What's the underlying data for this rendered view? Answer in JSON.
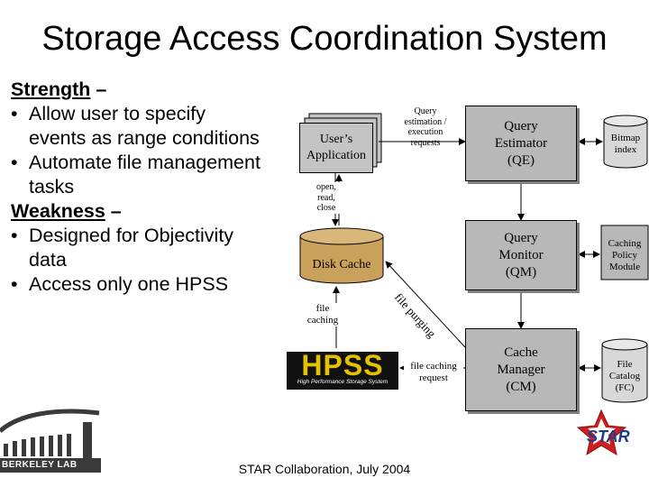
{
  "title": "Storage Access Coordination System",
  "left": {
    "strength_head": "Strength",
    "strength_dash": " –",
    "strength_items": [
      "Allow user to specify",
      "events as range conditions",
      "Automate file management",
      "tasks"
    ],
    "weakness_head": "Weakness",
    "weakness_dash": " –",
    "weakness_items": [
      "Designed for Objectivity",
      "data",
      "Access only one HPSS"
    ]
  },
  "diagram": {
    "users_app": [
      "User’s",
      "Application"
    ],
    "query_requests": [
      "Query",
      "estimation /",
      "execution",
      "requests"
    ],
    "open_read_close": [
      "open,",
      "read,",
      "close"
    ],
    "disk_cache": "Disk Cache",
    "file_caching": [
      "file",
      "caching"
    ],
    "file_purging": "file purging",
    "hpss_logo": "HPSS",
    "hpss_sub": "High Performance Storage System",
    "file_caching_request": [
      "file caching",
      "request"
    ],
    "qe": [
      "Query",
      "Estimator",
      "(QE)"
    ],
    "qm": [
      "Query",
      "Monitor",
      "(QM)"
    ],
    "cm": [
      "Cache",
      "Manager",
      "(CM)"
    ],
    "bitmap_index": [
      "Bitmap",
      "index"
    ],
    "caching_policy": [
      "Caching",
      "Policy",
      "Module"
    ],
    "file_catalog": [
      "File",
      "Catalog",
      "(FC)"
    ]
  },
  "logos": {
    "berkeley": "BERKELEY LAB",
    "star": "STAR"
  },
  "footer": "STAR Collaboration, July 2004",
  "colors": {
    "box_fill": "#b8b8b8",
    "cylinder_fill": "#d8d8d8",
    "disk_cache_fill": "#c9a15a",
    "star_red": "#cc1f1f",
    "star_blue": "#1f3c8c",
    "berkeley_dark": "#3a3a3a"
  }
}
